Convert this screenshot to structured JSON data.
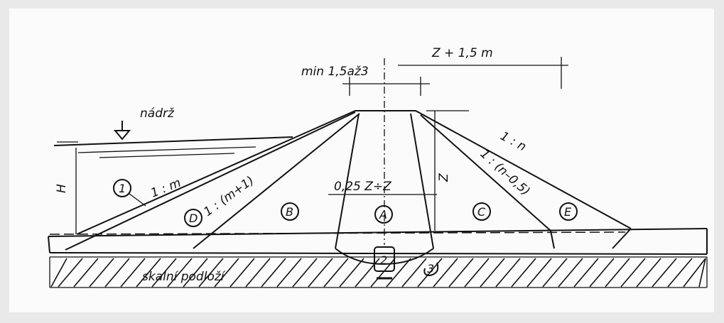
{
  "labels": {
    "reservoir": "nádrž",
    "crest_dim": "Z + 1,5 m",
    "crest_width": "min 1,5až3",
    "H": "H",
    "Z": "Z",
    "core_width": "0,25 Z÷Z",
    "slope_m": "1 : m",
    "slope_m1": "1 : (m+1)",
    "slope_n": "1 : n",
    "slope_n05": "1 : (n–0,5)",
    "bedrock": "skalní podloží"
  },
  "zones": {
    "z1": "1",
    "z2": "2",
    "z3": "3",
    "A": "A",
    "B": "B",
    "C": "C",
    "D": "D",
    "E": "E"
  }
}
